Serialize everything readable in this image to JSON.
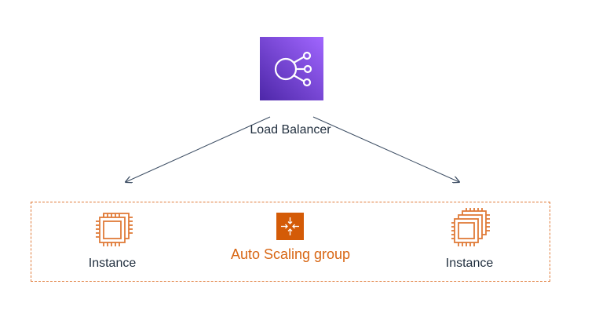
{
  "diagram": {
    "load_balancer": {
      "label": "Load Balancer",
      "icon": "elastic-load-balancing-icon",
      "color": "#8c4fff"
    },
    "auto_scaling_group": {
      "label": "Auto Scaling group",
      "icon": "auto-scaling-icon",
      "color": "#d86613"
    },
    "instances": [
      {
        "label": "Instance",
        "icon": "ec2-instance-icon"
      },
      {
        "label": "Instance",
        "icon": "ec2-instances-icon"
      }
    ],
    "edges": [
      {
        "from": "Load Balancer",
        "to": "Instance (left)"
      },
      {
        "from": "Load Balancer",
        "to": "Instance (right)"
      }
    ]
  }
}
